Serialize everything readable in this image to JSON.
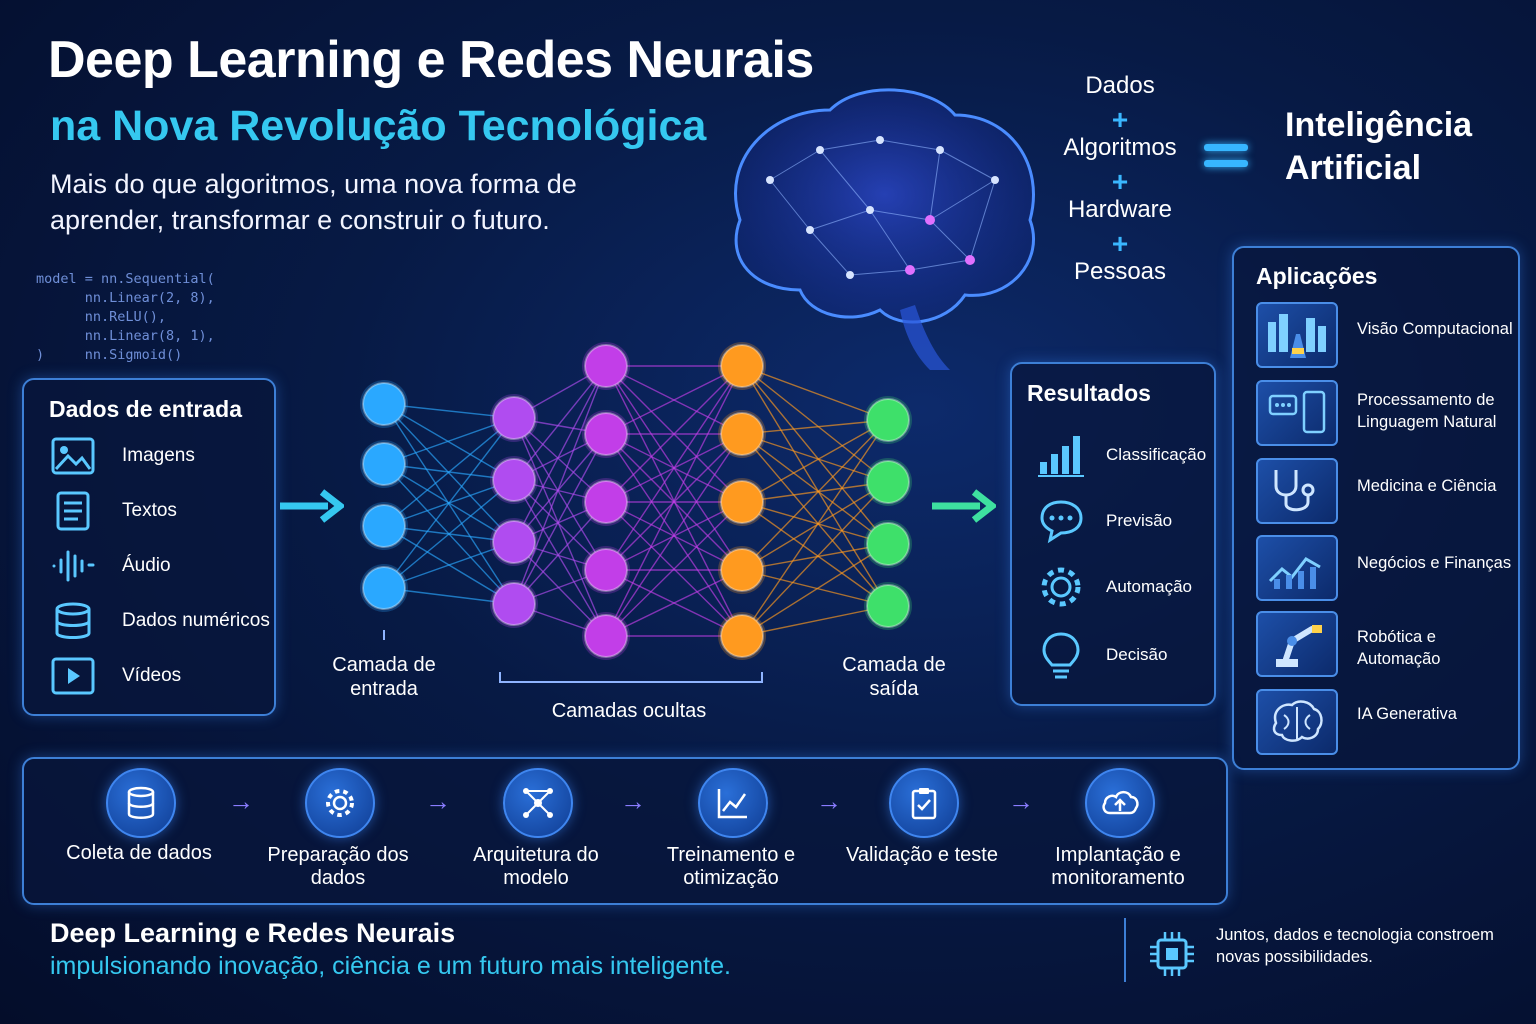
{
  "header": {
    "title": "Deep Learning e Redes Neurais",
    "subtitle": "na Nova Revolução Tecnológica",
    "tagline": "Mais do que algoritmos, uma nova forma de aprender, transformar e construir o futuro."
  },
  "code": "model = nn.Sequential(\n      nn.Linear(2, 8),\n      nn.ReLU(),\n      nn.Linear(8, 1),\n)     nn.Sigmoid()",
  "equation": {
    "terms": [
      "Dados",
      "Algoritmos",
      "Hardware",
      "Pessoas"
    ],
    "plus": "+",
    "result": "Inteligência Artificial"
  },
  "input_panel": {
    "title": "Dados de entrada",
    "items": [
      {
        "label": "Imagens",
        "icon": "image-icon"
      },
      {
        "label": "Textos",
        "icon": "document-icon"
      },
      {
        "label": "Áudio",
        "icon": "audio-wave-icon"
      },
      {
        "label": "Dados numéricos",
        "icon": "database-icon"
      },
      {
        "label": "Vídeos",
        "icon": "video-icon"
      }
    ]
  },
  "network": {
    "input_label": "Camada de entrada",
    "hidden_label": "Camadas ocultas",
    "output_label": "Camada de saída",
    "colors": {
      "input": "#2aa8ff",
      "hidden1": "#b04cf0",
      "hidden2": "#c23ee8",
      "hidden3": "#ff9a1f",
      "output": "#3ee06a"
    }
  },
  "results_panel": {
    "title": "Resultados",
    "items": [
      {
        "label": "Classificação",
        "icon": "bar-chart-icon"
      },
      {
        "label": "Previsão",
        "icon": "chat-bubble-icon"
      },
      {
        "label": "Automação",
        "icon": "gear-icon"
      },
      {
        "label": "Decisão",
        "icon": "lightbulb-icon"
      }
    ]
  },
  "applications_panel": {
    "title": "Aplicações",
    "items": [
      {
        "label": "Visão Computacional",
        "icon": "city-street-icon"
      },
      {
        "label": "Processamento de Linguagem Natural",
        "icon": "chat-phone-icon"
      },
      {
        "label": "Medicina e Ciência",
        "icon": "stethoscope-icon"
      },
      {
        "label": "Negócios e Finanças",
        "icon": "finance-chart-icon"
      },
      {
        "label": "Robótica e Automação",
        "icon": "robot-arm-icon"
      },
      {
        "label": "IA Generativa",
        "icon": "brain-icon"
      }
    ]
  },
  "pipeline": {
    "steps": [
      {
        "label": "Coleta de dados",
        "icon": "database-icon"
      },
      {
        "label": "Preparação dos dados",
        "icon": "gear-icon"
      },
      {
        "label": "Arquitetura do modelo",
        "icon": "network-icon"
      },
      {
        "label": "Treinamento e otimização",
        "icon": "line-chart-icon"
      },
      {
        "label": "Validação e teste",
        "icon": "clipboard-check-icon"
      },
      {
        "label": "Implantação e monitoramento",
        "icon": "cloud-upload-icon"
      }
    ],
    "arrow": "→"
  },
  "footer": {
    "title": "Deep Learning e Redes Neurais",
    "subtitle": "impulsionando inovação, ciência e um futuro mais inteligente.",
    "note": "Juntos, dados e tecnologia constroem novas possibilidades.",
    "icon": "chip-icon"
  }
}
